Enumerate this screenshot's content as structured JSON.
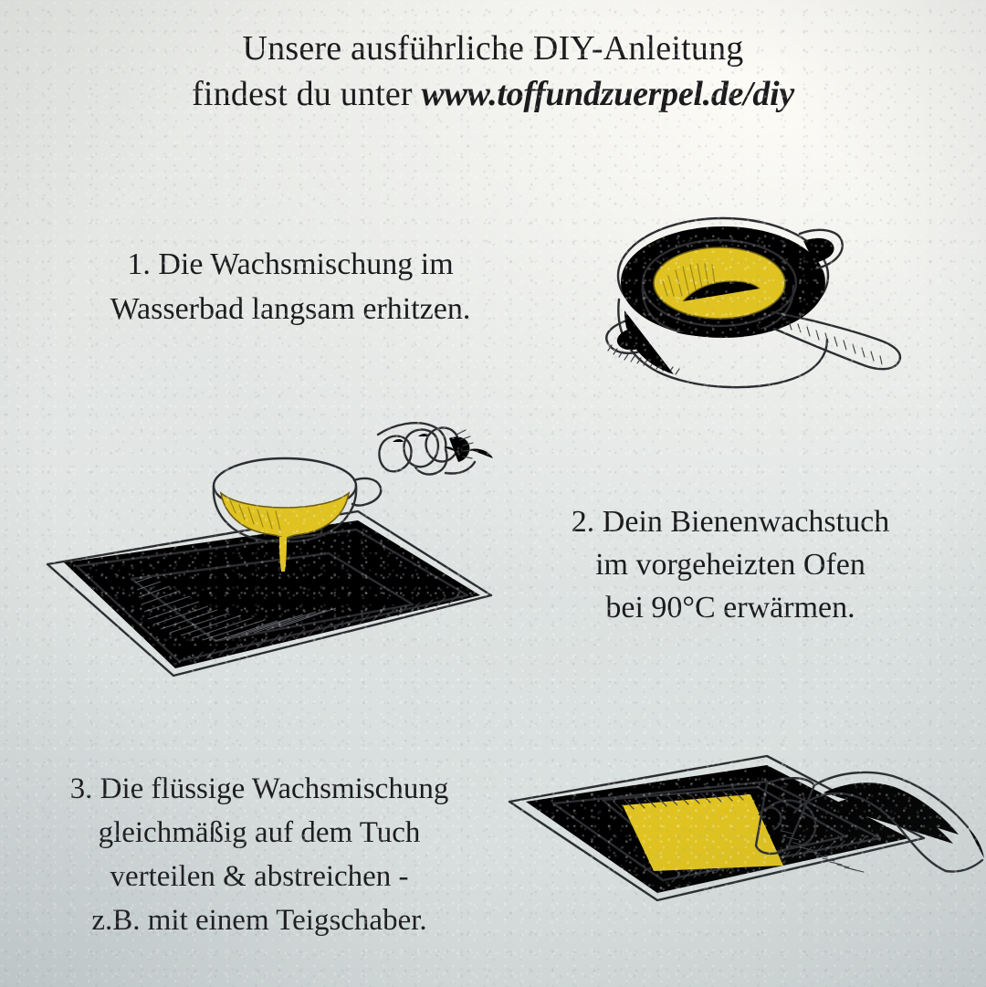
{
  "card": {
    "kind": "diy-instruction-card",
    "language": "de",
    "paper_color": "#e3e6e4",
    "ink_color": "#2c2d30",
    "wax_color": "#e0c320"
  },
  "header": {
    "line1": "Unsere ausführliche DIY-Anleitung",
    "line2_prefix": "findest du unter ",
    "url": "www.toffundzuerpel.de/diy"
  },
  "steps": [
    {
      "number": "1.",
      "lines": [
        "1. Die Wachsmischung im",
        "Wasserbad langsam erhitzen."
      ],
      "illustration": "double-boiler-with-melting-wax"
    },
    {
      "number": "2.",
      "lines": [
        "2. Dein Bienenwachstuch",
        "im vorgeheizten Ofen",
        "bei 90°C erwärmen."
      ],
      "illustration": "baking-tray-with-cloth-and-pouring-bowl",
      "temperature": "90°C"
    },
    {
      "number": "3.",
      "lines": [
        "3. Die flüssige Wachsmischung",
        "gleichmäßig auf dem Tuch",
        "verteilen & abstreichen -",
        "z.B. mit einem Teigschaber."
      ],
      "illustration": "hand-spreading-wax-with-scraper"
    }
  ]
}
